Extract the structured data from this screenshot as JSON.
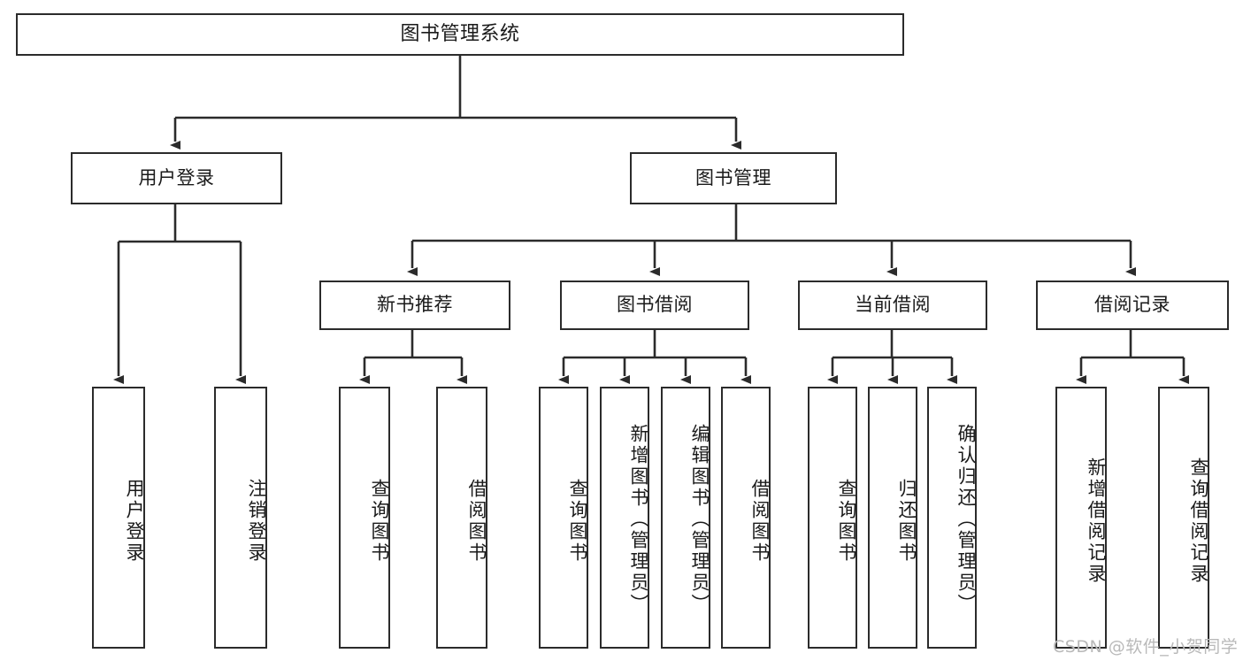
{
  "diagram": {
    "title": "图书管理系统",
    "type": "tree",
    "orientation": "top-down",
    "colors": {
      "box_border": "#2b2b2b",
      "box_fill": "#ffffff",
      "edge": "#2b2b2b",
      "text": "#1a1a1a",
      "watermark": "#b9b9b9"
    },
    "watermark": "CSDN @软件_小贺同学"
  },
  "nodes": {
    "root": {
      "label": "图书管理系统"
    },
    "level2": [
      {
        "id": "user-login",
        "label": "用户登录"
      },
      {
        "id": "book-manage",
        "label": "图书管理"
      }
    ],
    "level3": [
      {
        "id": "new-book-rec",
        "label": "新书推荐"
      },
      {
        "id": "book-borrow",
        "label": "图书借阅"
      },
      {
        "id": "current-borrow",
        "label": "当前借阅"
      },
      {
        "id": "borrow-record",
        "label": "借阅记录"
      }
    ],
    "leaves": {
      "user-login": [
        {
          "id": "leaf-user-login",
          "label": "用户登录"
        },
        {
          "id": "leaf-logout",
          "label": "注销登录"
        }
      ],
      "new-book-rec": [
        {
          "id": "leaf-query-book-1",
          "label": "查询图书"
        },
        {
          "id": "leaf-borrow-book-1",
          "label": "借阅图书"
        }
      ],
      "book-borrow": [
        {
          "id": "leaf-query-book-2",
          "label": "查询图书"
        },
        {
          "id": "leaf-add-book",
          "label": "新增图书（管理员）"
        },
        {
          "id": "leaf-edit-book",
          "label": "编辑图书（管理员）"
        },
        {
          "id": "leaf-borrow-book-2",
          "label": "借阅图书"
        }
      ],
      "current-borrow": [
        {
          "id": "leaf-query-book-3",
          "label": "查询图书"
        },
        {
          "id": "leaf-return-book",
          "label": "归还图书"
        },
        {
          "id": "leaf-confirm-return",
          "label": "确认归还（管理员）"
        }
      ],
      "borrow-record": [
        {
          "id": "leaf-add-record",
          "label": "新增借阅记录"
        },
        {
          "id": "leaf-query-record",
          "label": "查询借阅记录"
        }
      ]
    }
  }
}
